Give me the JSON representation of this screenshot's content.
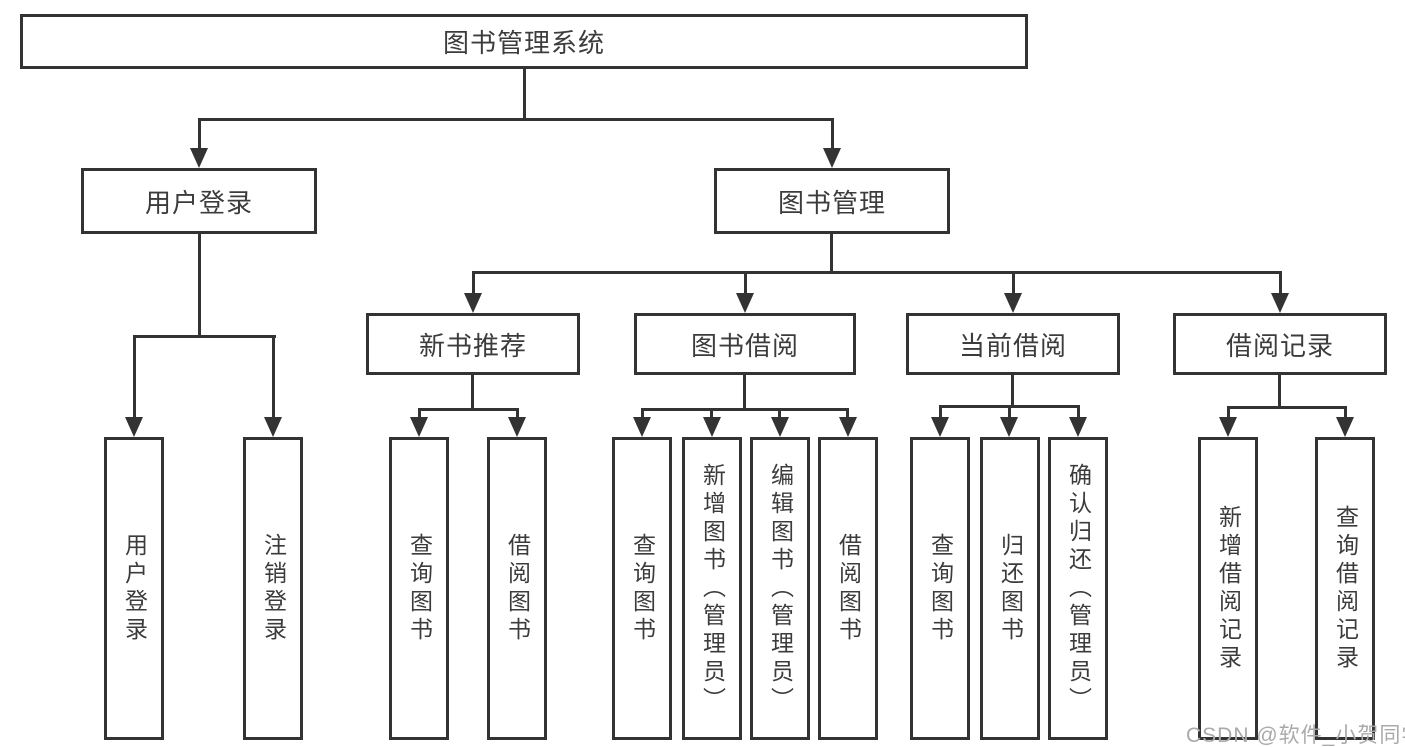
{
  "root": {
    "label": "图书管理系统"
  },
  "user_login": {
    "label": "用户登录",
    "children": [
      "用户登录",
      "注销登录"
    ]
  },
  "book_management": {
    "label": "图书管理",
    "sections": [
      {
        "label": "新书推荐",
        "children": [
          "查询图书",
          "借阅图书"
        ]
      },
      {
        "label": "图书借阅",
        "children": [
          "查询图书",
          "新增图书（管理员）",
          "编辑图书（管理员）",
          "借阅图书"
        ]
      },
      {
        "label": "当前借阅",
        "children": [
          "查询图书",
          "归还图书",
          "确认归还（管理员）"
        ]
      },
      {
        "label": "借阅记录",
        "children": [
          "新增借阅记录",
          "查询借阅记录"
        ]
      }
    ]
  },
  "watermark": "CSDN @软件_小贺同学",
  "colors": {
    "line": "#333333",
    "text": "#3c3c3c",
    "watermark": "#aaaaaa",
    "background": "#ffffff"
  }
}
